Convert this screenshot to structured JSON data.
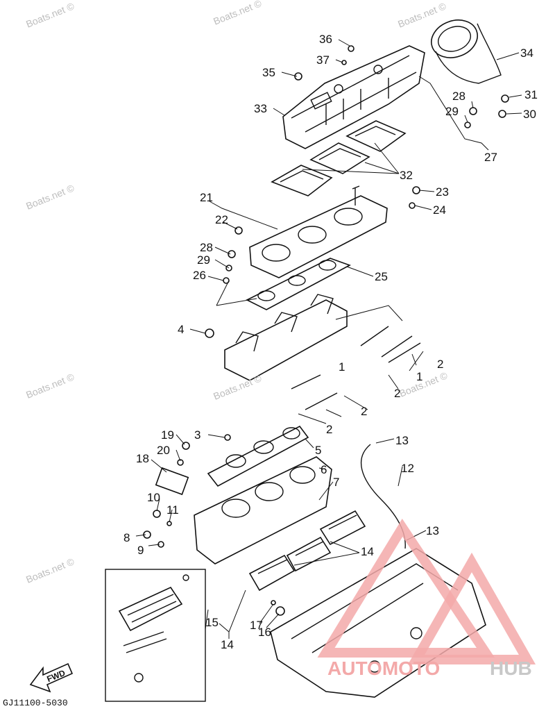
{
  "diagram": {
    "watermarks": [
      "Boats.net ©",
      "Boats.net ©",
      "Boats.net ©",
      "Boats.net ©",
      "Boats.net ©",
      "Boats.net ©",
      "Boats.net ©",
      "Boats.net ©"
    ],
    "diagram_code": "GJ11100-5030",
    "fwd_label": "FWD",
    "brand": {
      "part1": "AUTOMOTO",
      "part2": "HUB",
      "color_main": "#f3a9a9",
      "color_secondary": "#c8c8c8"
    },
    "callouts": [
      "1",
      "1",
      "2",
      "2",
      "2",
      "2",
      "3",
      "4",
      "5",
      "6",
      "7",
      "8",
      "9",
      "10",
      "11",
      "12",
      "13",
      "13",
      "14",
      "14",
      "15",
      "16",
      "17",
      "18",
      "19",
      "20",
      "21",
      "22",
      "23",
      "24",
      "25",
      "26",
      "27",
      "28",
      "28",
      "29",
      "29",
      "30",
      "31",
      "32",
      "33",
      "34",
      "35",
      "36",
      "37"
    ]
  }
}
